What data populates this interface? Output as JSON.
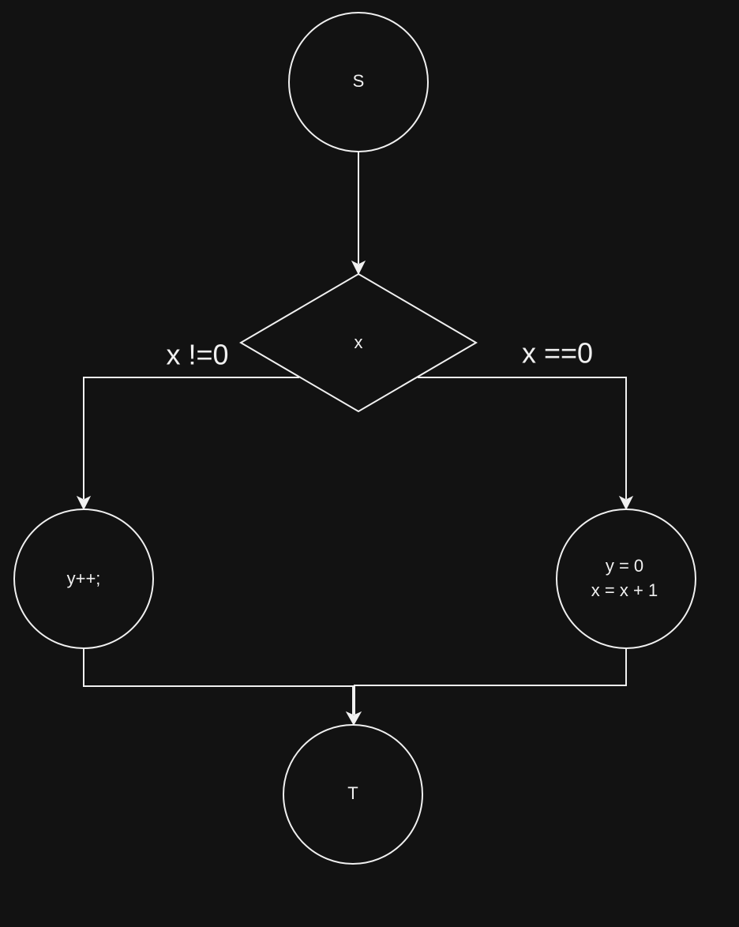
{
  "colors": {
    "background": "#121212",
    "stroke": "#f0f0f0",
    "text": "#f0f0f0"
  },
  "nodes": {
    "start": {
      "label": "S"
    },
    "decision": {
      "label": "x"
    },
    "left": {
      "label": "y++;"
    },
    "right": {
      "line1": "y = 0",
      "line2": "x = x + 1"
    },
    "terminal": {
      "label": "T"
    }
  },
  "edges": {
    "left_condition": "x !=0",
    "right_condition": "x ==0"
  }
}
